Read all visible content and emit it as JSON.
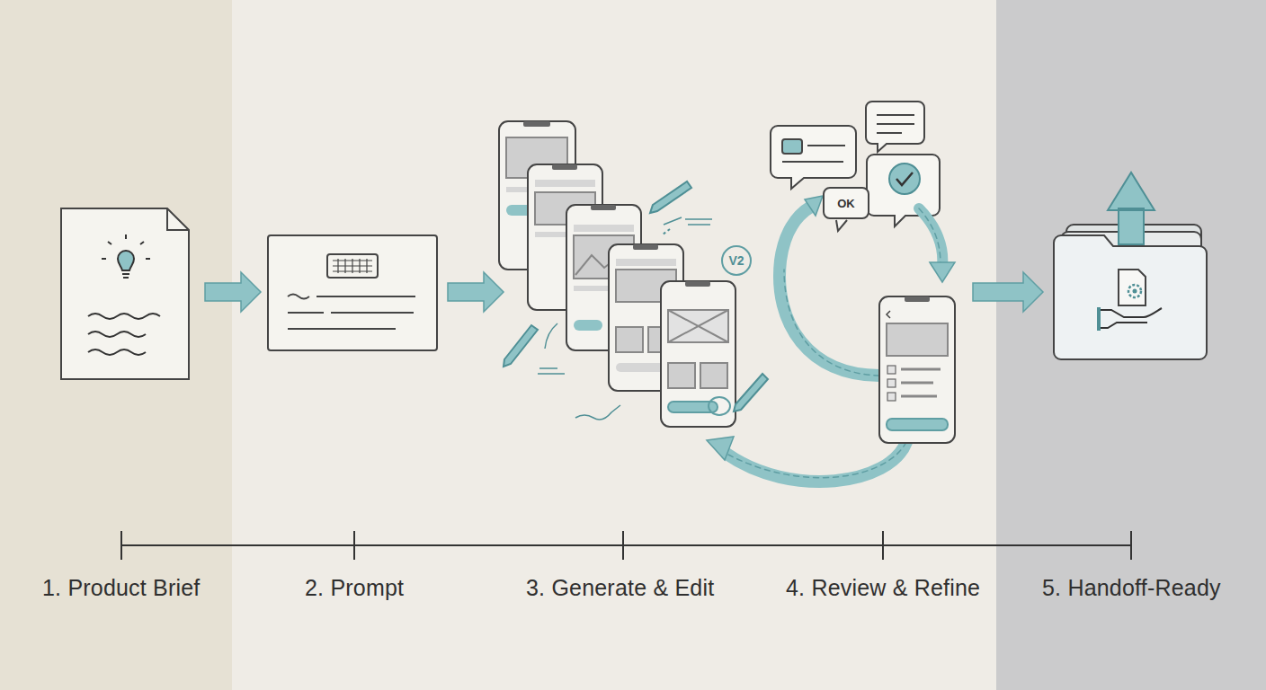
{
  "diagram": {
    "nodes": [
      {
        "text": [
          "OK"
        ]
      },
      {
        "text": [
          "V2"
        ]
      }
    ],
    "labels": [
      "1. Product Brief",
      "2. Prompt",
      "3. Generate & Edit",
      "4. Review & Refine",
      "5. Handoff-Ready"
    ]
  }
}
